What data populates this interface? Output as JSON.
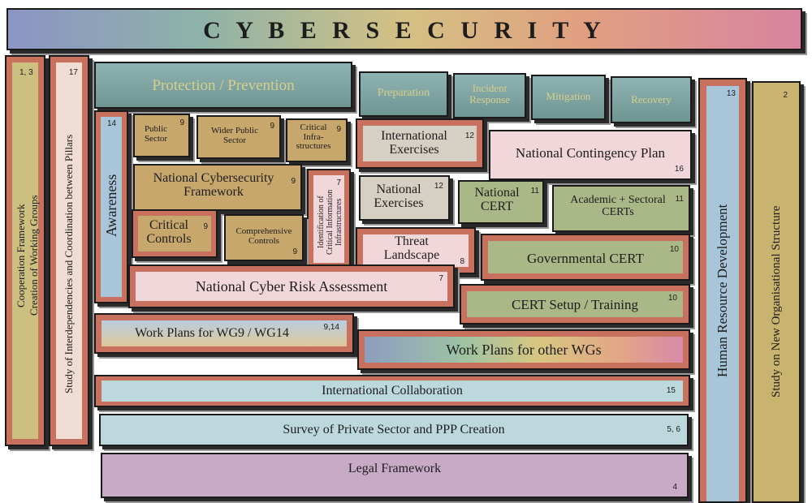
{
  "title": "C Y B E R S E C U R I T Y",
  "pillars_left": [
    {
      "label_line1": "Cooperation Framework",
      "label_line2": "Creation of Working Groups",
      "ref": "1, 3"
    },
    {
      "label": "Study of Interdependencies and Coordination between Pillars",
      "ref": "17"
    }
  ],
  "pillars_right": [
    {
      "label": "Human Resource Development",
      "ref": "13"
    },
    {
      "label": "Study on New Organisational  Structure",
      "ref": "2"
    }
  ],
  "phases": [
    {
      "label": "Protection / Prevention"
    },
    {
      "label": "Preparation"
    },
    {
      "label_line1": "Incident",
      "label_line2": "Response"
    },
    {
      "label": "Mitigation"
    },
    {
      "label": "Recovery"
    }
  ],
  "awareness": {
    "label": "Awareness",
    "ref": "14"
  },
  "blocks": {
    "public_sector": {
      "line1": "Public",
      "line2": "Sector",
      "ref": "9"
    },
    "wider_public_sector": {
      "line1": "Wider Public",
      "line2": "Sector",
      "ref": "9"
    },
    "critical_infra": {
      "line1": "Critical",
      "line2": "Infra-",
      "line3": "structures",
      "ref": "9"
    },
    "ncf": {
      "line1": "National Cybersecurity",
      "line2": "Framework",
      "ref": "9"
    },
    "identification": {
      "line1": "Identification of",
      "line2": "Critical Information",
      "line3": "Infrastructures",
      "ref": "7"
    },
    "critical_controls": {
      "line1": "Critical",
      "line2": "Controls",
      "ref": "9"
    },
    "comprehensive_controls": {
      "line1": "Comprehensive",
      "line2": "Controls",
      "ref": "9"
    },
    "intl_exercises": {
      "line1": "International",
      "line2": "Exercises",
      "ref": "12"
    },
    "contingency_plan": {
      "label": "National Contingency Plan",
      "ref": "16"
    },
    "national_exercises": {
      "line1": "National",
      "line2": "Exercises",
      "ref": "12"
    },
    "national_cert": {
      "line1": "National",
      "line2": "CERT",
      "ref": "11"
    },
    "academic_certs": {
      "line1": "Academic + Sectoral",
      "line2": "CERTs",
      "ref": "11"
    },
    "threat_landscape": {
      "line1": "Threat",
      "line2": "Landscape",
      "ref": "8"
    },
    "governmental_cert": {
      "label": "Governmental CERT",
      "ref": "10"
    },
    "risk_assessment": {
      "label": "National Cyber Risk Assessment",
      "ref": "7"
    },
    "cert_setup": {
      "label": "CERT Setup / Training",
      "ref": "10"
    },
    "wp_wg9": {
      "label": "Work Plans for WG9 / WG14",
      "ref": "9,14"
    },
    "wp_other": {
      "label": "Work Plans for other WGs"
    },
    "intl_collab": {
      "label": "International Collaboration",
      "ref": "15"
    },
    "survey": {
      "label": "Survey of Private Sector and PPP Creation",
      "ref": "5, 6"
    },
    "legal": {
      "label": "Legal Framework",
      "ref": "4"
    }
  }
}
